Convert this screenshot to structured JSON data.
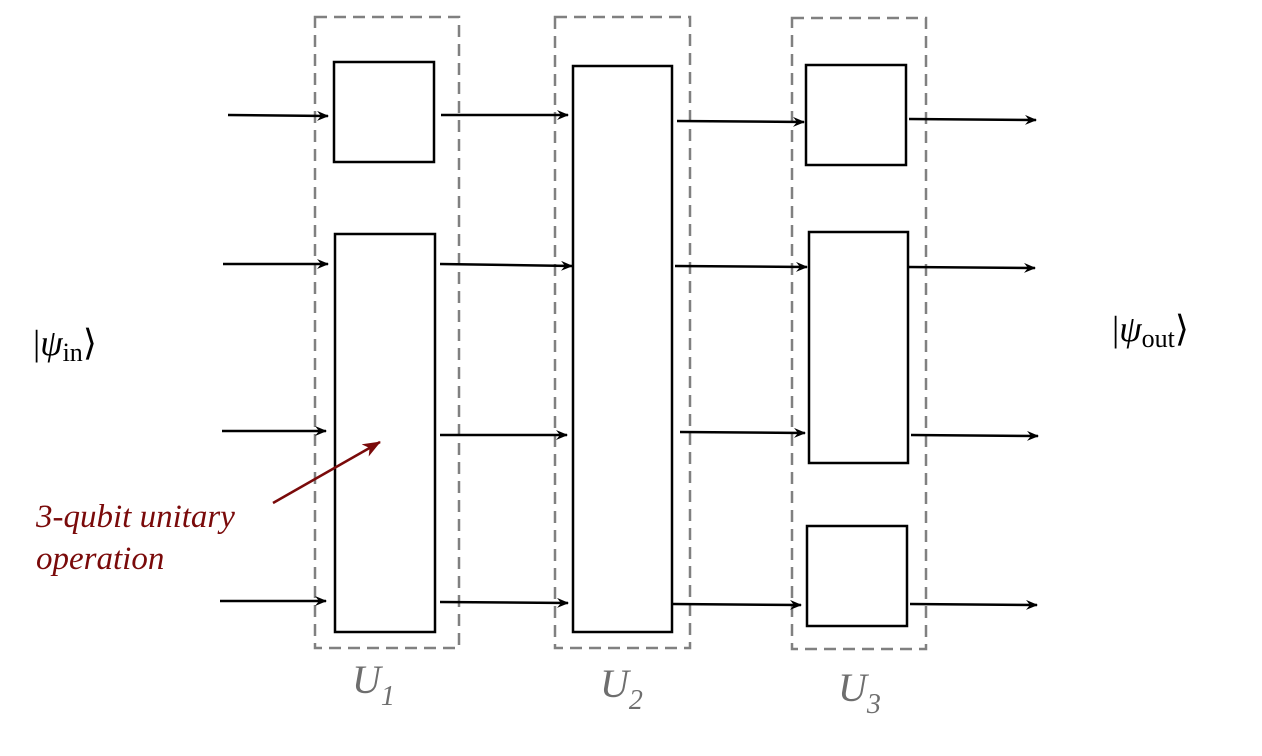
{
  "input_state": {
    "symbol": "ψ",
    "subscript": "in",
    "open": "|",
    "close": "⟩"
  },
  "output_state": {
    "symbol": "ψ",
    "subscript": "out",
    "open": "|",
    "close": "⟩"
  },
  "layers": [
    {
      "letter": "U",
      "index": "1"
    },
    {
      "letter": "U",
      "index": "2"
    },
    {
      "letter": "U",
      "index": "3"
    }
  ],
  "annotation": {
    "line1": "3-qubit unitary",
    "line2": "operation"
  },
  "colors": {
    "annotation": "#7a0a0a",
    "dashed": "#808080",
    "layer_label": "#6e6e6e"
  }
}
